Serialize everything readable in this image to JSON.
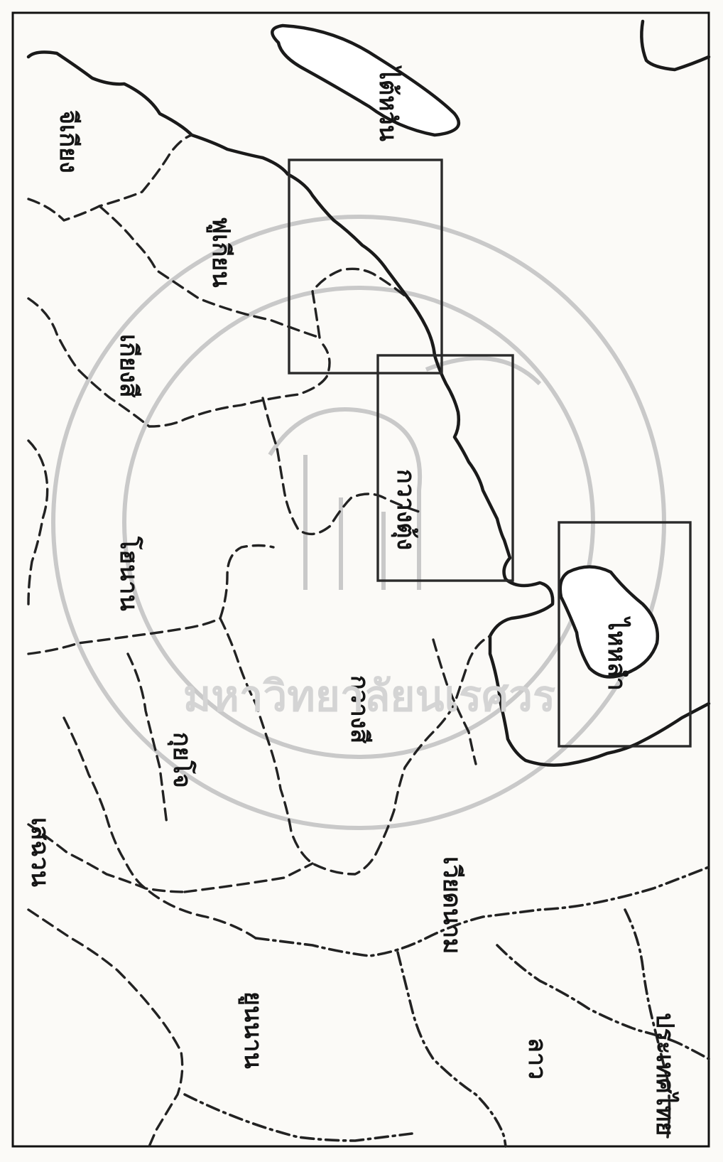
{
  "map": {
    "labels": {
      "taiwan": "ไต้หวัน",
      "zhejiang": "จีเกียง",
      "fujian": "ฟูเกียน",
      "jiangxi": "เกียงสี",
      "guangdong": "กวางตุ้ง",
      "hunan": "โฮนาน",
      "guangxi": "กวางสี",
      "guizhou": "กุยโจ",
      "sichuan": "เสฉวน",
      "hainan": "ไหหลำ",
      "vietnam": "เวียดนาม",
      "yunnan": "ยูนนาน",
      "laos": "ลาว",
      "thailand": "ประเทศไทย"
    },
    "watermark": "มหาวิทยาลัยนเรศวร",
    "colors": {
      "ink": "#1a1a1a",
      "paper": "#fbfaf7",
      "watermark": "#c9c9c9"
    },
    "icons": [
      "university-seal-watermark-icon"
    ]
  }
}
